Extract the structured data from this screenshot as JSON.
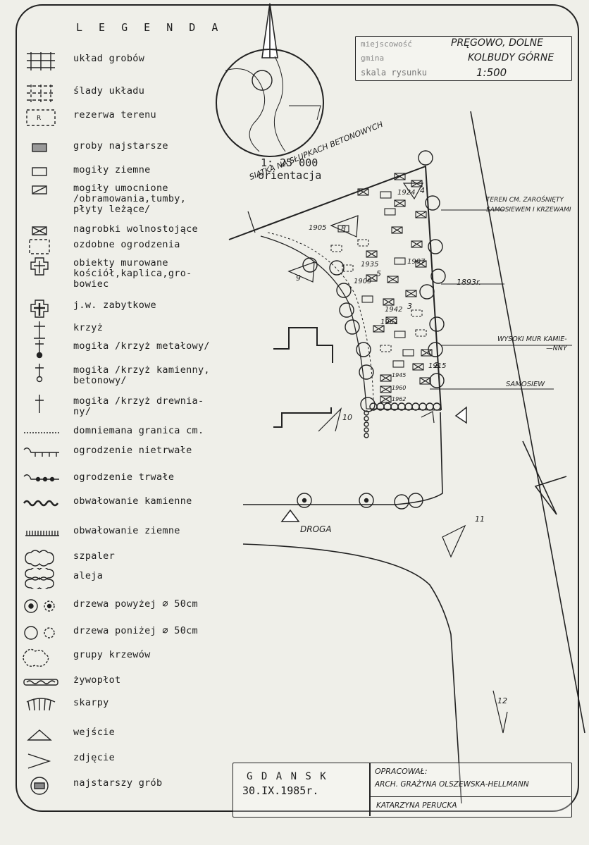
{
  "legend": {
    "title": "L E G E N D A",
    "items": [
      {
        "icon": "grid-icon",
        "label": "układ grobów"
      },
      {
        "icon": "dashed-grid-icon",
        "label": "ślady układu"
      },
      {
        "icon": "reserve-box-icon",
        "label": "rezerwa terenu"
      },
      {
        "icon": "filled-rect-icon",
        "label": "groby najstarsze"
      },
      {
        "icon": "empty-rect-icon",
        "label": "mogiły ziemne"
      },
      {
        "icon": "slashed-rect-icon",
        "label": "mogiły umocnione\n/obramowania,tumby,\npłyty leżące/"
      },
      {
        "icon": "crossed-rect-icon",
        "label": "nagrobki wolnostojące"
      },
      {
        "icon": "dashed-rect-icon",
        "label": "ozdobne ogrodzenia"
      },
      {
        "icon": "church-icon",
        "label": "obiekty murowane\nkościół,kaplica,gro-\nbowiec"
      },
      {
        "icon": "church-historic-icon",
        "label": "j.w. zabytkowe"
      },
      {
        "icon": "cross-icon",
        "label": "krzyż"
      },
      {
        "icon": "metal-cross-icon",
        "label": "mogiła /krzyż metałowy/"
      },
      {
        "icon": "stone-cross-icon",
        "label": "mogiła /krzyż kamienny,\nbetonowy/"
      },
      {
        "icon": "wood-cross-icon",
        "label": "mogiła /krzyż drewnia-\nny/"
      },
      {
        "icon": "dotted-line-icon",
        "label": "domniemana granica cm."
      },
      {
        "icon": "temp-fence-icon",
        "label": "ogrodzenie nietrwałe"
      },
      {
        "icon": "perm-fence-icon",
        "label": "ogrodzenie trwałe"
      },
      {
        "icon": "stone-bank-icon",
        "label": "obwałowanie kamienne"
      },
      {
        "icon": "earth-bank-icon",
        "label": "obwałowanie ziemne"
      },
      {
        "icon": "hedge-row-icon",
        "label": "szpaler"
      },
      {
        "icon": "avenue-icon",
        "label": "aleja"
      },
      {
        "icon": "big-tree-icon",
        "label": "drzewa powyżej ∅ 50cm"
      },
      {
        "icon": "small-tree-icon",
        "label": "drzewa poniżej ∅ 50cm"
      },
      {
        "icon": "shrub-group-icon",
        "label": "grupy krzewów"
      },
      {
        "icon": "hedge-icon",
        "label": "żywopłot"
      },
      {
        "icon": "slope-icon",
        "label": "skarpy"
      },
      {
        "icon": "entrance-icon",
        "label": "wejście"
      },
      {
        "icon": "photo-icon",
        "label": "zdjęcie"
      },
      {
        "icon": "oldest-grave-icon",
        "label": "najstarszy grób"
      }
    ]
  },
  "header": {
    "place_label": "miejscowość",
    "place": "PRĘGOWO, DOLNE",
    "commune_label": "gmina",
    "commune": "KOLBUDY GÓRNE",
    "scale_label": "skala rysunku",
    "scale": "1:500"
  },
  "orientation": {
    "scale": "1: 25 000",
    "label": "orientacja"
  },
  "map_labels": {
    "fence": "SIATKA NA SŁUPKACH BETONOWYCH",
    "overgrown": "TEREN CM. ZAROŚNIĘTY\nSAMOSIEWEM I KRZEWAMI",
    "wall": "WYSOKI MUR KAMIE-\n—NNY",
    "samosiew": "SAMOSIEW",
    "road": "DROGA",
    "year_1893": "1893r.",
    "years": [
      "1924",
      "1905",
      "1907",
      "1935",
      "1909",
      "1942",
      "1961",
      "1915",
      "1945",
      "1960",
      "1962"
    ],
    "photos": [
      "4",
      "8",
      "5",
      "9",
      "3",
      "2",
      "10",
      "11",
      "12"
    ]
  },
  "footer": {
    "city": "G D A N S K",
    "date": "30.IX.1985r.",
    "prepared_label": "OPRACOWAŁ:",
    "author1": "ARCH. GRAŻYNA OLSZEWSKA-HELLMANN",
    "author2": "KATARZYNA PERUCKA"
  }
}
